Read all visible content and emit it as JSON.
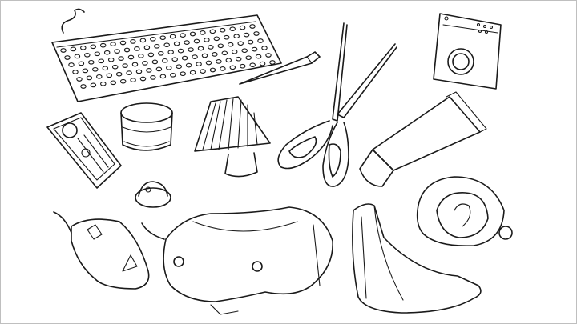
{
  "colors": {
    "ink": "#1a1a1a",
    "background": "#ffffff",
    "border": "#bfbfbf"
  },
  "objects": [
    {
      "id": "keyboard",
      "icon": "keyboard-icon"
    },
    {
      "id": "pen",
      "icon": "pen-icon"
    },
    {
      "id": "scissors",
      "icon": "scissors-icon"
    },
    {
      "id": "washing-machine",
      "icon": "washing-machine-icon"
    },
    {
      "id": "controller",
      "icon": "controller-icon"
    },
    {
      "id": "jar",
      "icon": "jar-icon"
    },
    {
      "id": "lamp",
      "icon": "lamp-icon"
    },
    {
      "id": "toothpaste-tube",
      "icon": "tube-icon"
    },
    {
      "id": "helmet",
      "icon": "helmet-icon"
    },
    {
      "id": "mouse-pad",
      "icon": "mouse-pad-icon"
    },
    {
      "id": "vr-headset",
      "icon": "vr-headset-icon"
    },
    {
      "id": "button-cap",
      "icon": "button-icon"
    },
    {
      "id": "cloth-bag",
      "icon": "bag-icon"
    }
  ]
}
